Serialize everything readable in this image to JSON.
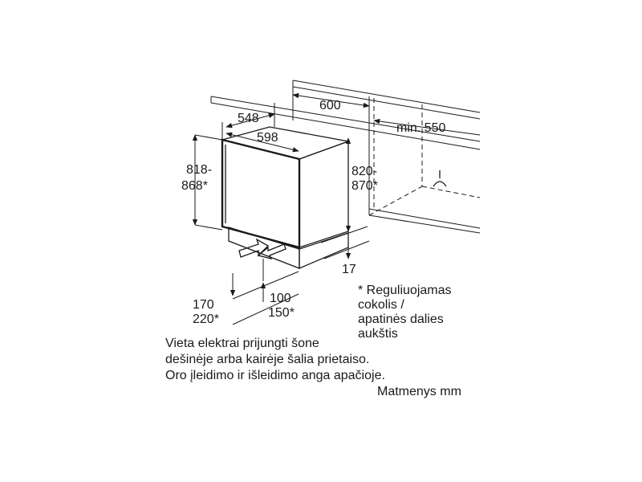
{
  "dimensions": {
    "cabinet_depth": "600",
    "min_depth": "min. 550",
    "appliance_depth": "548",
    "appliance_width": "598",
    "appliance_height": [
      "818-",
      "868*"
    ],
    "niche_height": [
      "820-",
      "870*"
    ],
    "plinth_gap": "17",
    "vent_height": [
      "170",
      "220*"
    ],
    "plinth_height": [
      "100",
      "150*"
    ]
  },
  "footnote": [
    "* Reguliuojamas",
    "cokolis /",
    "apatinės dalies",
    "aukštis"
  ],
  "notes": [
    "Vieta elektrai prijungti šone",
    "dešinėje arba kairėje šalia prietaiso.",
    "Oro įleidimo ir išleidimo anga apačioje."
  ],
  "units_note": "Matmenys mm"
}
